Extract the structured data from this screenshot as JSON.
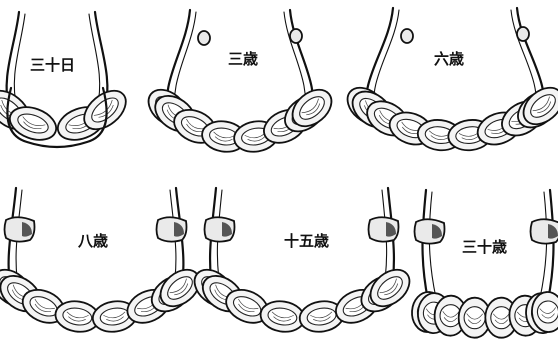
{
  "figure": {
    "panels": [
      {
        "id": "p1",
        "label": "三十日",
        "teeth": 4,
        "style": "infant"
      },
      {
        "id": "p2",
        "label": "三歳",
        "teeth": 8,
        "style": "open"
      },
      {
        "id": "p3",
        "label": "六歳",
        "teeth": 10,
        "style": "open"
      },
      {
        "id": "p4",
        "label": "八歳",
        "teeth": 8,
        "style": "pegged"
      },
      {
        "id": "p5",
        "label": "十五歳",
        "teeth": 8,
        "style": "pegged"
      },
      {
        "id": "p6",
        "label": "三十歳",
        "teeth": 8,
        "style": "worn"
      }
    ]
  }
}
